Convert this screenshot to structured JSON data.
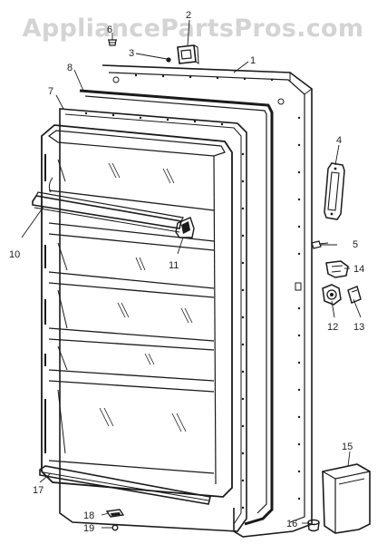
{
  "watermark": "AppliancePartsPros.com",
  "colors": {
    "line": "#1a1a1a",
    "watermark": "#d4d4d4",
    "background": "#ffffff"
  },
  "callouts": {
    "c1": "1",
    "c2": "2",
    "c3": "3",
    "c4": "4",
    "c5": "5",
    "c6": "6",
    "c7": "7",
    "c8": "8",
    "c10": "10",
    "c11": "11",
    "c12": "12",
    "c13": "13",
    "c14": "14",
    "c15": "15",
    "c16": "16",
    "c17": "17",
    "c18": "18",
    "c19": "19"
  }
}
